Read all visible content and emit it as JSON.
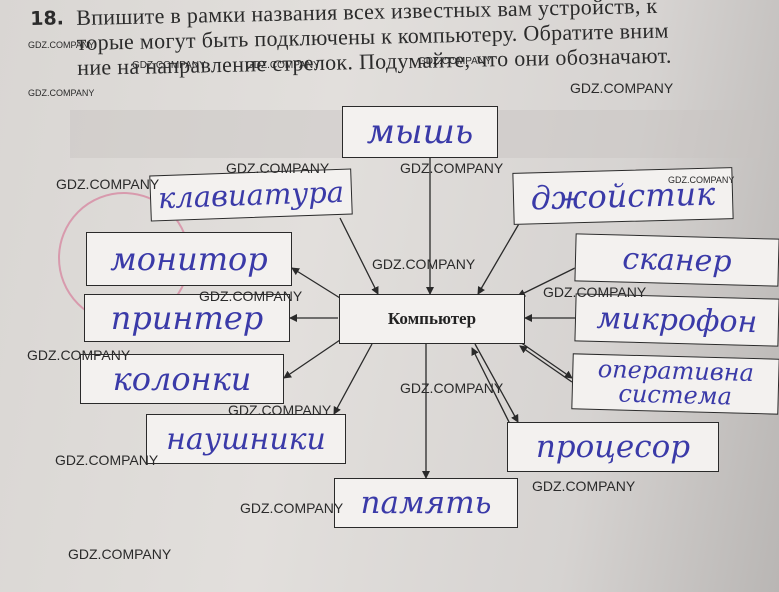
{
  "task": {
    "number": "18.",
    "line1": "Впишите в рамки названия всех известных вам устройств, к",
    "line2": "торые могут быть подключены к компьютеру. Обратите вним",
    "line3": "ние на направление стрелок. Подумайте, что они обозначают."
  },
  "center": {
    "label": "Компьютер"
  },
  "devices": {
    "mouse": "мышь",
    "keyboard": "клавиатура",
    "joystick": "джойстик",
    "monitor": "монитор",
    "scanner": "сканер",
    "printer": "принтер",
    "microphone": "микрофон",
    "speakers": "колонки",
    "os_line1": "оперативна",
    "os_line2": "система",
    "headphones": "наушники",
    "processor": "процесор",
    "memory": "память"
  },
  "watermark": {
    "text": "GDZ.COMPANY"
  },
  "colors": {
    "ink": "#3a3aa8",
    "paper": "#e0dddb",
    "frame": "#2a2a2a",
    "stamp": "#d67896"
  }
}
